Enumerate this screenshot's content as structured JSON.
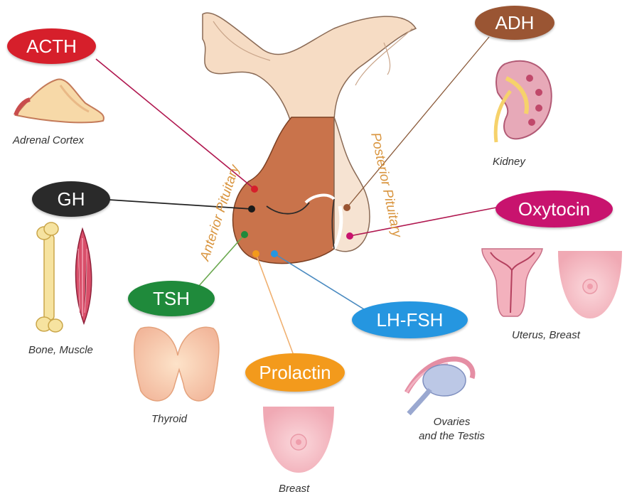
{
  "hormones": {
    "acth": {
      "label": "ACTH",
      "color": "#d61f2b"
    },
    "adh": {
      "label": "ADH",
      "color": "#9a5533"
    },
    "gh": {
      "label": "GH",
      "color": "#2a2a2a"
    },
    "oxytocin": {
      "label": "Oxytocin",
      "color": "#c8136e"
    },
    "tsh": {
      "label": "TSH",
      "color": "#1f8a3b"
    },
    "lhfsh": {
      "label": "LH-FSH",
      "color": "#2596e0"
    },
    "prolactin": {
      "label": "Prolactin",
      "color": "#f39a1c"
    }
  },
  "gland_labels": {
    "anterior": "Anterior Pituitary",
    "posterior": "Posterior Pituitary"
  },
  "targets": {
    "adrenal": "Adrenal Cortex",
    "kidney": "Kidney",
    "bone_muscle": "Bone, Muscle",
    "uterus_breast": "Uterus, Breast",
    "thyroid": "Thyroid",
    "breast": "Breast",
    "ovaries_line1": "Ovaries",
    "ovaries_line2": "and the Testis"
  }
}
